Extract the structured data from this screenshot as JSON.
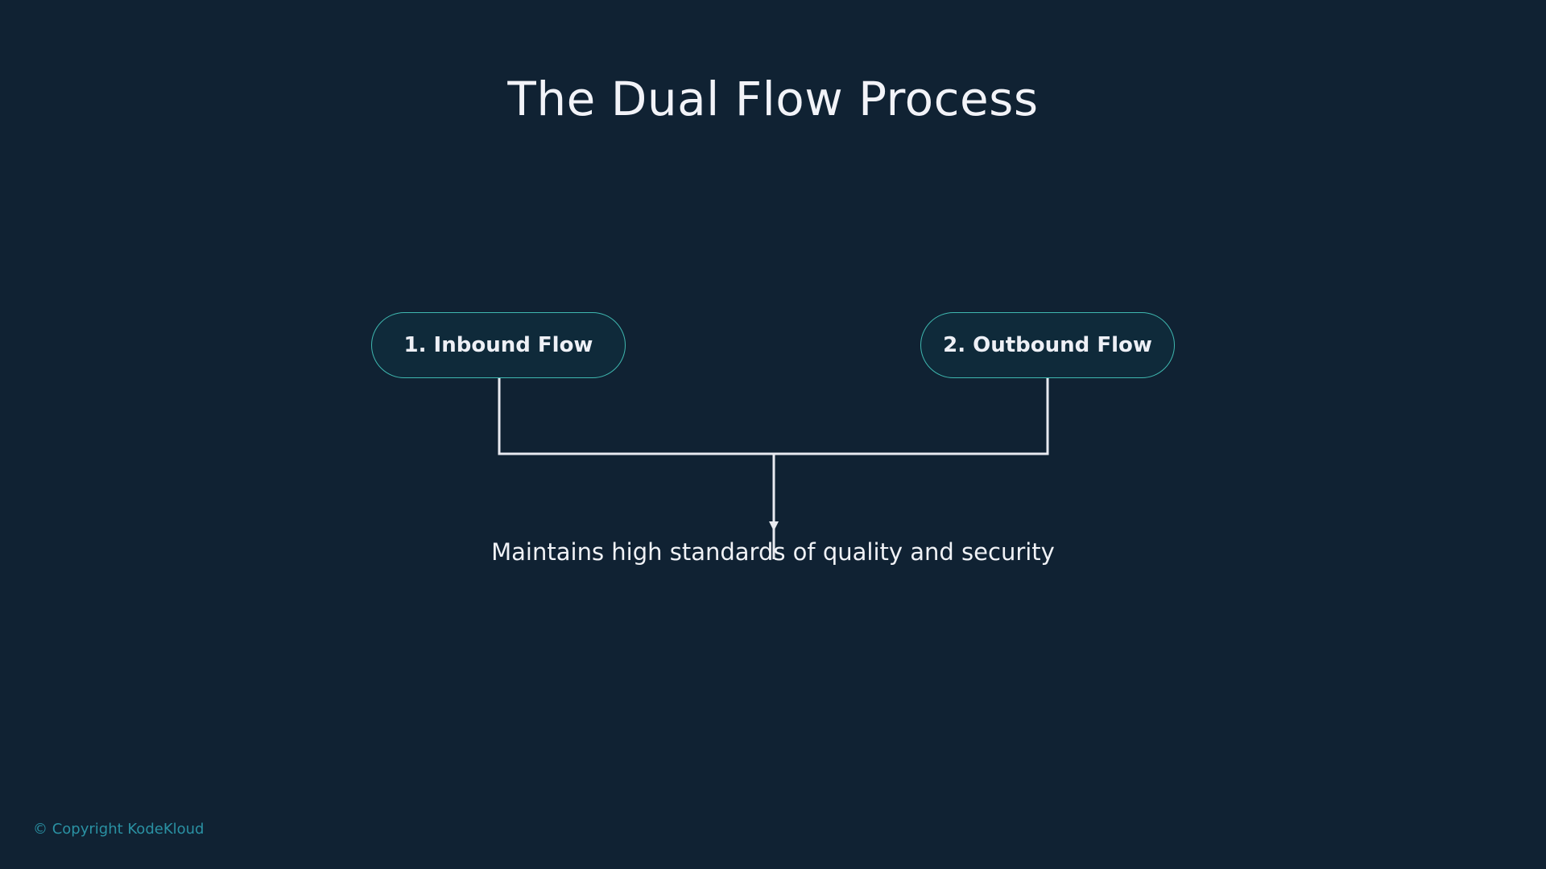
{
  "slide": {
    "title": "The Dual Flow Process",
    "flows": [
      {
        "label": "1. Inbound Flow"
      },
      {
        "label": "2. Outbound Flow"
      }
    ],
    "outcome": "Maintains high standards of quality and security",
    "footer": "© Copyright KodeKloud"
  },
  "colors": {
    "background": "#102233",
    "pill_border": "#3fb8b0",
    "pill_fill": "#0f2a3a",
    "connector": "#e8eaf0",
    "footer": "#2a91a3"
  }
}
